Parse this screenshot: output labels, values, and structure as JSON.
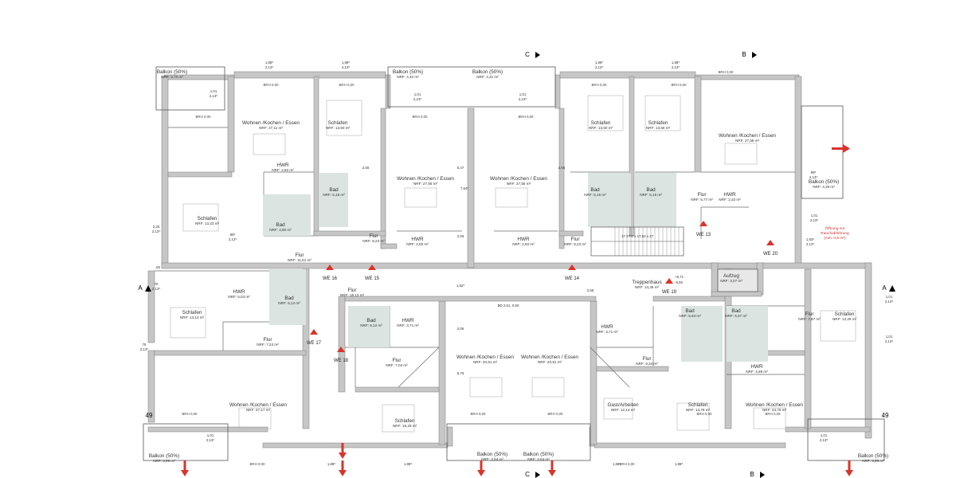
{
  "colors": {
    "wall": "#c6c6c6",
    "wall_edge": "#7c7c7c",
    "bath_fill": "#dbe4e0",
    "marker_red": "#d9342b",
    "opening_text": "#d03030"
  },
  "section_markers": {
    "a": "A",
    "b": "B",
    "c": "C"
  },
  "grid_axis": "49",
  "rooms": [
    {
      "name": "Balkon (50%)",
      "nrf": "NRF: 3,70 m²"
    },
    {
      "name": "Wohnen /Kochen / Essen",
      "nrf": "NRF: 27,11 m²"
    },
    {
      "name": "Schlafen",
      "nrf": "NRF: 13,50 m²"
    },
    {
      "name": "Balkon (50%)",
      "nrf": "NRF: 4,32 m²"
    },
    {
      "name": "Balkon (50%)",
      "nrf": "NRF: 4,31 m²"
    },
    {
      "name": "Schlafen",
      "nrf": "NRF: 13,50 m²"
    },
    {
      "name": "Schlafen",
      "nrf": "NRF: 13,56 m²"
    },
    {
      "name": "Wohnen /Kochen / Essen",
      "nrf": "NRF: 27,58 m²"
    },
    {
      "name": "HWR",
      "nrf": "NRF: 4,82 m²"
    },
    {
      "name": "Bad",
      "nrf": "NRF: 5,15 m²"
    },
    {
      "name": "Wohnen /Kochen / Essen",
      "nrf": "NRF: 27,55 m²"
    },
    {
      "name": "Wohnen /Kochen / Essen",
      "nrf": "NRF: 27,55 m²"
    },
    {
      "name": "Bad",
      "nrf": "NRF: 5,15 m²"
    },
    {
      "name": "Bad",
      "nrf": "NRF: 5,15 m²"
    },
    {
      "name": "Flur",
      "nrf": "NRF: 5,77 m²"
    },
    {
      "name": "HWR",
      "nrf": "NRF: 2,32 m²"
    },
    {
      "name": "Balkon (50%)",
      "nrf": "NRF: 4,39 m²"
    },
    {
      "name": "Schlafen",
      "nrf": "NRF: 13,23 m²"
    },
    {
      "name": "Bad",
      "nrf": "NRF: 4,80 m²"
    },
    {
      "name": "Flur",
      "nrf": "NRF: 8,23 m²"
    },
    {
      "name": "HWR",
      "nrf": "NRF: 2,50 m²"
    },
    {
      "name": "HWR",
      "nrf": "NRF: 2,50 m²"
    },
    {
      "name": "Flur",
      "nrf": "NRF: 8,23 m²"
    },
    {
      "name": "Flur",
      "nrf": "NRF: 11,81 m²"
    },
    {
      "name": "Flur",
      "nrf": "NRF: 18,13 m²"
    },
    {
      "name": "Treppenhaus",
      "nrf": "NRF: 14,36 m²"
    },
    {
      "name": "Aufzug",
      "nrf": "NRF: 3,07 m²"
    },
    {
      "name": "HWR",
      "nrf": "NRF: 5,03 m²"
    },
    {
      "name": "Bad",
      "nrf": "NRF: 5,14 m²"
    },
    {
      "name": "Schlafen",
      "nrf": "NRF: 13,13 m²"
    },
    {
      "name": "Flur",
      "nrf": "NRF: 7,24 m²"
    },
    {
      "name": "Bad",
      "nrf": "NRF: 5,12 m²"
    },
    {
      "name": "HWR",
      "nrf": "NRF: 3,71 m²"
    },
    {
      "name": "HWR",
      "nrf": "NRF: 3,71 m²"
    },
    {
      "name": "Bad",
      "nrf": "NRF: 5,63 m²"
    },
    {
      "name": "Bad",
      "nrf": "NRF: 5,07 m²"
    },
    {
      "name": "Flur",
      "nrf": "NRF: 7,87 m²"
    },
    {
      "name": "Schlafen",
      "nrf": "NRF: 13,29 m²"
    },
    {
      "name": "Flur",
      "nrf": "NRF: 7,02 m²"
    },
    {
      "name": "Wohnen /Kochen / Essen",
      "nrf": "NRF: 20,51 m²"
    },
    {
      "name": "Wohnen /Kochen / Essen",
      "nrf": "NRF: 20,91 m²"
    },
    {
      "name": "Flur",
      "nrf": "NRF: 9,34 m²"
    },
    {
      "name": "HWR",
      "nrf": "NRF: 4,89 m²"
    },
    {
      "name": "Wohnen /Kochen / Essen",
      "nrf": "NRF: 27,17 m²"
    },
    {
      "name": "Schlafen",
      "nrf": "NRF: 15,29 m²"
    },
    {
      "name": "Gast/Arbeiten",
      "nrf": "NRF: 12,14 m²"
    },
    {
      "name": "Schlafen",
      "nrf": "NRF: 13,78 m²"
    },
    {
      "name": "Wohnen /Kochen / Essen",
      "nrf": "NRF: 24,75 m²"
    },
    {
      "name": "Balkon (50%)",
      "nrf": "NRF: 3,95 m²"
    },
    {
      "name": "Balkon (50%)",
      "nrf": "NRF: 3,54 m²"
    },
    {
      "name": "Balkon (50%)",
      "nrf": "NRF: 3,54 m²"
    },
    {
      "name": "Balkon (50%)",
      "nrf": "NRF: 3,95 m²"
    }
  ],
  "unit_entrances": [
    "WE 13",
    "WE 14",
    "WE 15",
    "WE 16",
    "WE 17",
    "WE 18",
    "WE 19",
    "WE 20"
  ],
  "stair": {
    "steps": "17 STG x 17,53 x 27",
    "level_top": "+6,71",
    "level_bottom": "-8,50"
  },
  "opening_note": [
    "Öffnung zur",
    "Rauchabführung",
    "(min. 0,5 m²)"
  ],
  "brh": "BRH 0,00",
  "dimension_labels": [
    "1,01",
    "2,13⁵",
    "1,88⁵",
    "2,26",
    "1,63⁵",
    "88⁵",
    "76",
    "2,06",
    "5,47",
    "7,64⁵",
    "5,76",
    "1,62⁵",
    "2,55",
    ",50",
    "BD 2,51, 0,50"
  ]
}
